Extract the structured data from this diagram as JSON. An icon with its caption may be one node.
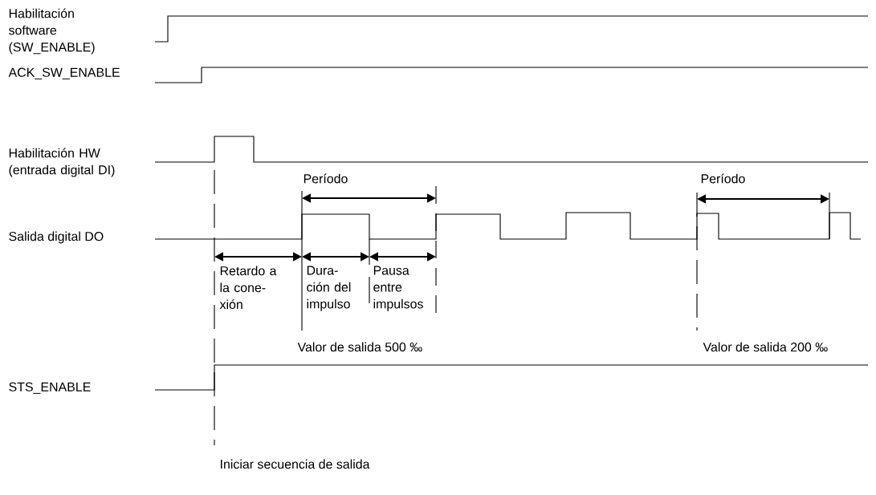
{
  "diagram": {
    "labels": [
      "Habilitación software (SW_ENABLE)",
      "ACK_SW_ENABLE",
      "Habilitación HW (entrada digital DI)",
      "Período",
      "Salida digital DO",
      "Retardo a la cone- xión",
      "Dura- ción del impulso",
      "Pausa entre impulsos",
      "Valor de salida 500 ‰",
      "Período",
      "Valor de salida 200 ‰",
      "STS_ENABLE",
      "Iniciar secuencia de salida"
    ]
  }
}
